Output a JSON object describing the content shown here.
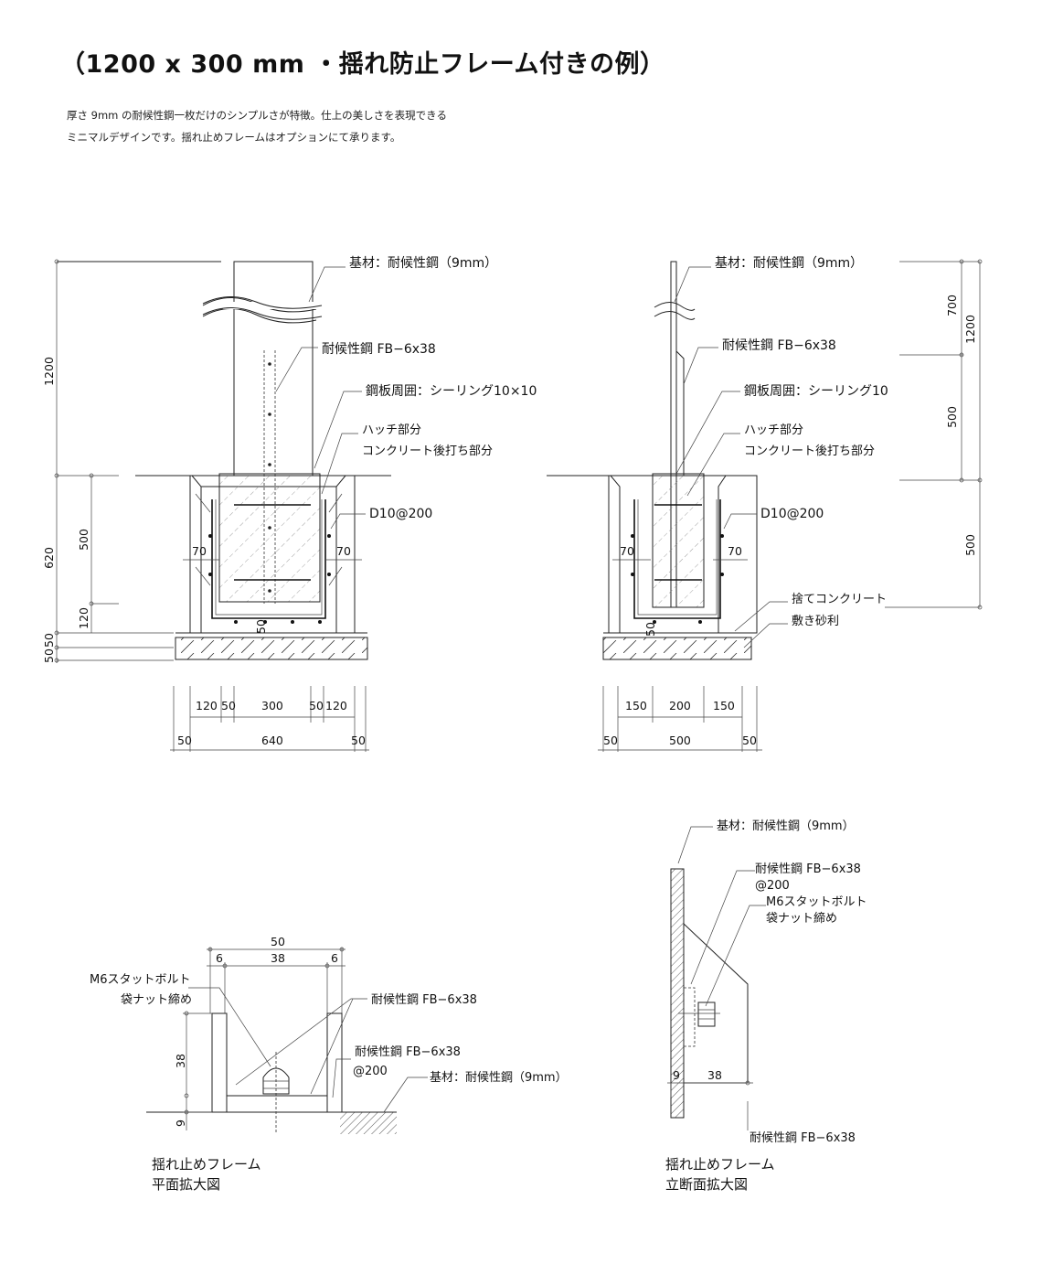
{
  "title": "（1200 x 300 mm ・揺れ防止フレーム付きの例）",
  "description": [
    "厚さ 9mm の耐候性鋼一枚だけのシンプルさが特徴。仕上の美しさを表現できる",
    "ミニマルデザインです。揺れ止めフレームはオプションにて承ります。"
  ],
  "left_section": {
    "labels": {
      "base_material": "基材：耐候性鋼（9mm）",
      "fb": "耐候性鋼 FB−6x38",
      "sealing": "鋼板周囲：シーリング10×10",
      "hatch_1": "ハッチ部分",
      "hatch_2": "コンクリート後打ち部分",
      "rebar": "D10@200"
    },
    "dims": {
      "h1200": "1200",
      "h620": "620",
      "h500": "500",
      "h120": "120",
      "h50a": "50",
      "h50b": "50",
      "h50c": "50",
      "w70a": "70",
      "w70b": "70",
      "b120a": "120",
      "b50a": "50",
      "b300": "300",
      "b50b": "50",
      "b120b": "120",
      "t50a": "50",
      "t640": "640",
      "t50b": "50"
    }
  },
  "right_section": {
    "labels": {
      "base_material": "基材：耐候性鋼（9mm）",
      "fb": "耐候性鋼 FB−6x38",
      "sealing": "鋼板周囲：シーリング10",
      "hatch_1": "ハッチ部分",
      "hatch_2": "コンクリート後打ち部分",
      "rebar": "D10@200",
      "lean_concrete": "捨てコンクリート",
      "gravel": "敷き砂利"
    },
    "dims": {
      "v700": "700",
      "v1200": "1200",
      "v500a": "500",
      "v500b": "500",
      "w70a": "70",
      "w70b": "70",
      "h50": "50",
      "b150a": "150",
      "b200": "200",
      "b150b": "150",
      "t50a": "50",
      "t500": "500",
      "t50b": "50"
    }
  },
  "plan_detail": {
    "dims": {
      "d50": "50",
      "d6a": "6",
      "d38": "38",
      "d6b": "6",
      "v38": "38",
      "v9": "9"
    },
    "labels": {
      "bolt_1": "M6スタットボルト",
      "bolt_2": "袋ナット締め",
      "fb": "耐候性鋼 FB−6x38",
      "fb2": "耐候性鋼 FB−6x38",
      "pitch": "@200",
      "base": "基材：耐候性鋼（9mm）"
    },
    "caption": [
      "揺れ止めフレーム",
      "平面拡大図"
    ]
  },
  "section_detail": {
    "labels": {
      "base": "基材：耐候性鋼（9mm）",
      "fb": "耐候性鋼 FB−6x38",
      "pitch": "@200",
      "bolt_1": "M6スタットボルト",
      "bolt_2": "袋ナット締め",
      "fb_bottom": "耐候性鋼 FB−6x38"
    },
    "dims": {
      "d9": "9",
      "d38": "38"
    },
    "caption": [
      "揺れ止めフレーム",
      "立断面拡大図"
    ]
  }
}
